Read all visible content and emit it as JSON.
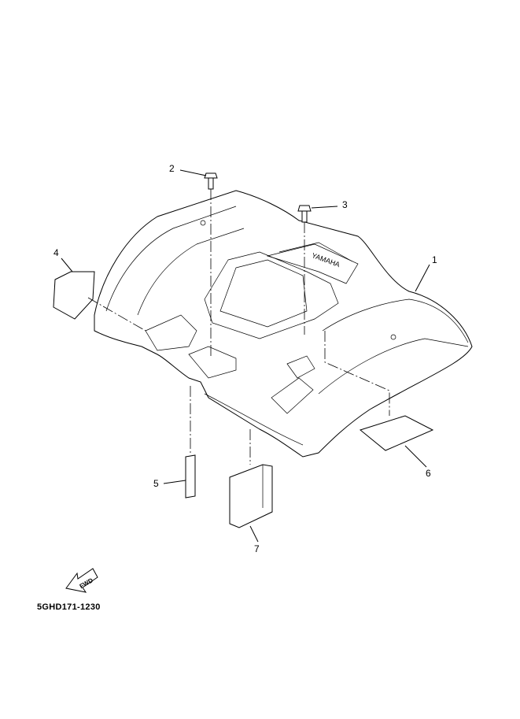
{
  "diagram": {
    "callouts": [
      {
        "id": "1",
        "label": "1"
      },
      {
        "id": "2",
        "label": "2"
      },
      {
        "id": "3",
        "label": "3"
      },
      {
        "id": "4",
        "label": "4"
      },
      {
        "id": "5",
        "label": "5"
      },
      {
        "id": "6",
        "label": "6"
      },
      {
        "id": "7",
        "label": "7"
      }
    ],
    "fwd_arrow_text": "FWD",
    "fender_logo_text": "YAMAHA",
    "diagram_code": "5GHD171-1230"
  }
}
